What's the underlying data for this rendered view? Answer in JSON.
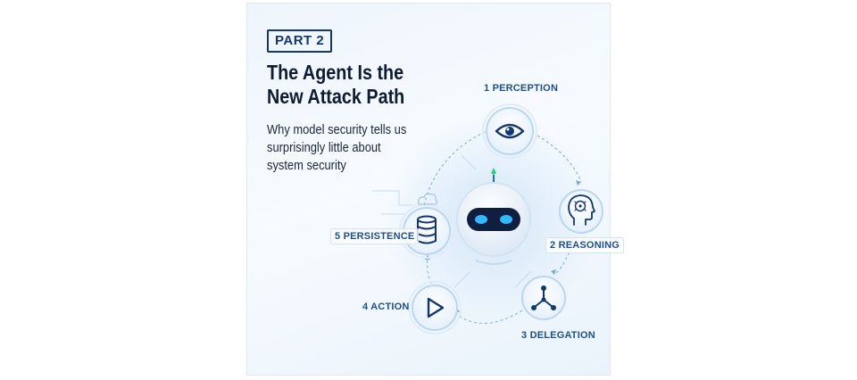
{
  "badge": "PART 2",
  "title": {
    "line1": "The Agent Is the",
    "line2": "New Attack Path"
  },
  "subtitle": {
    "line1": "Why model security tells us",
    "line2": "surprisingly little about",
    "line3": "system security"
  },
  "nodes": [
    {
      "label": "1 PERCEPTION",
      "icon": "eye-icon"
    },
    {
      "label": "2 REASONING",
      "icon": "brain-head-icon"
    },
    {
      "label": "3 DELEGATION",
      "icon": "network-node-icon"
    },
    {
      "label": "4 ACTION",
      "icon": "play-icon"
    },
    {
      "label": "5 PERSISTENCE",
      "icon": "database-icon"
    }
  ],
  "center_icon": "robot-icon",
  "colors": {
    "navy": "#13366e",
    "accent": "#1d4f8c",
    "ring": "#bcd6ee",
    "dashed": "#8fb6da"
  }
}
